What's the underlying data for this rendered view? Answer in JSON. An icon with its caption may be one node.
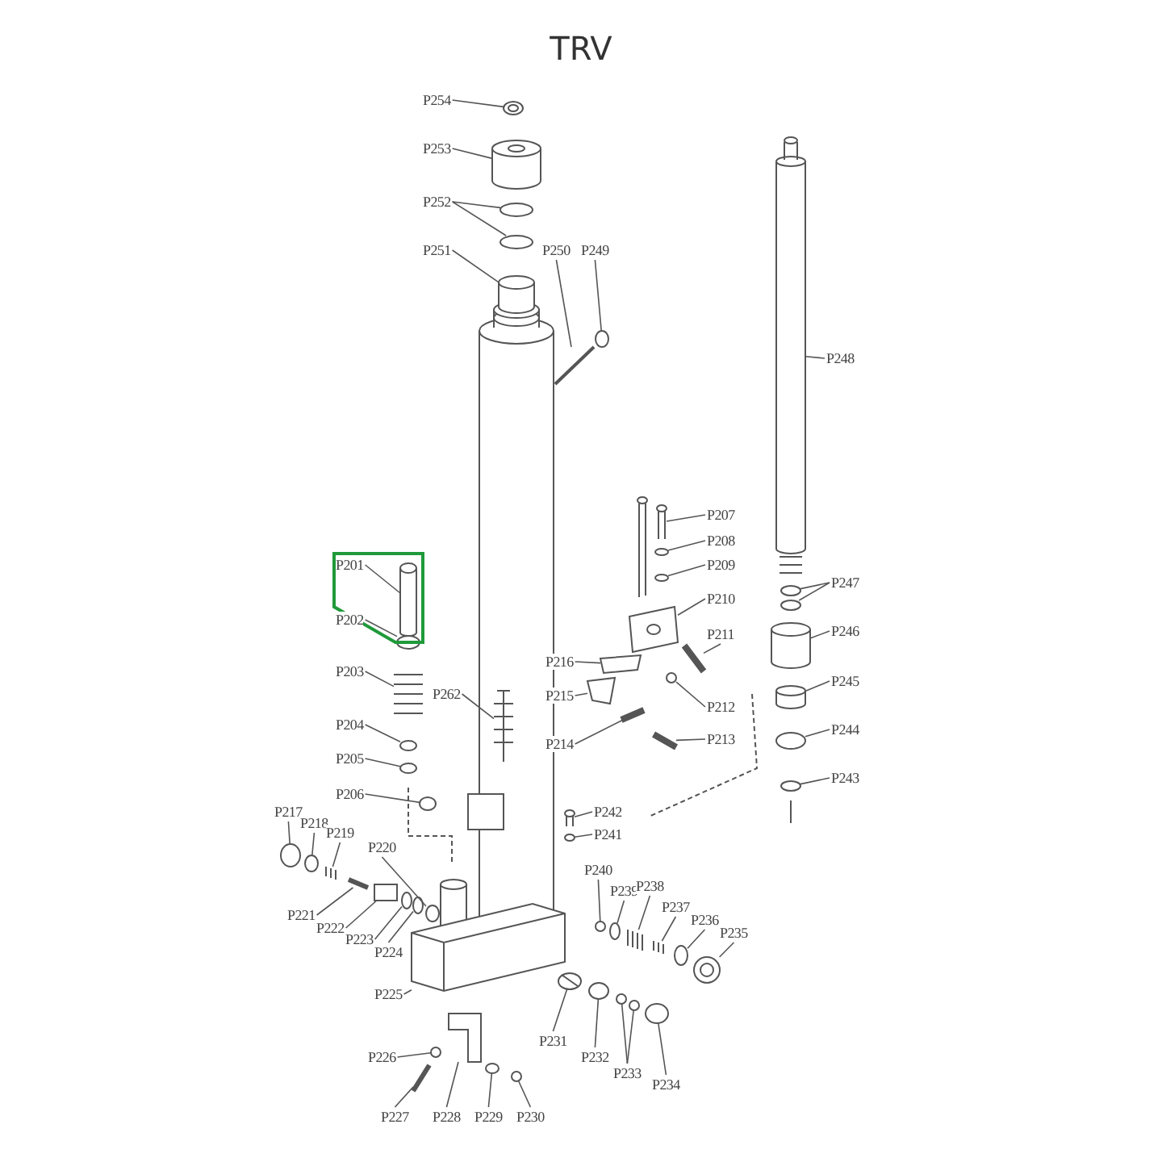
{
  "diagram": {
    "title": "TRV",
    "nodes": [
      {
        "text": [
          "P254"
        ]
      },
      {
        "text": [
          "P253"
        ]
      },
      {
        "text": [
          "P252"
        ]
      },
      {
        "text": [
          "P251"
        ]
      },
      {
        "text": [
          "P250"
        ]
      },
      {
        "text": [
          "P249"
        ]
      },
      {
        "text": [
          "P248"
        ]
      },
      {
        "text": [
          "P207"
        ]
      },
      {
        "text": [
          "P208"
        ]
      },
      {
        "text": [
          "P209"
        ]
      },
      {
        "text": [
          "P210"
        ]
      },
      {
        "text": [
          "P201"
        ]
      },
      {
        "text": [
          "P247"
        ]
      },
      {
        "text": [
          "P202"
        ]
      },
      {
        "text": [
          "P246"
        ]
      },
      {
        "text": [
          "P211"
        ]
      },
      {
        "text": [
          "P216"
        ]
      },
      {
        "text": [
          "P203"
        ]
      },
      {
        "text": [
          "P262"
        ]
      },
      {
        "text": [
          "P245"
        ]
      },
      {
        "text": [
          "P215"
        ]
      },
      {
        "text": [
          "P212"
        ]
      },
      {
        "text": [
          "P244"
        ]
      },
      {
        "text": [
          "P213"
        ]
      },
      {
        "text": [
          "P204"
        ]
      },
      {
        "text": [
          "P214"
        ]
      },
      {
        "text": [
          "P205"
        ]
      },
      {
        "text": [
          "P243"
        ]
      },
      {
        "text": [
          "P206"
        ]
      },
      {
        "text": [
          "P242"
        ]
      },
      {
        "text": [
          "P217"
        ]
      },
      {
        "text": [
          "P218"
        ]
      },
      {
        "text": [
          "P219"
        ]
      },
      {
        "text": [
          "P241"
        ]
      },
      {
        "text": [
          "P220"
        ]
      },
      {
        "text": [
          "P240"
        ]
      },
      {
        "text": [
          "P239"
        ]
      },
      {
        "text": [
          "P238"
        ]
      },
      {
        "text": [
          "P237"
        ]
      },
      {
        "text": [
          "P236"
        ]
      },
      {
        "text": [
          "P235"
        ]
      },
      {
        "text": [
          "P221"
        ]
      },
      {
        "text": [
          "P222"
        ]
      },
      {
        "text": [
          "P223"
        ]
      },
      {
        "text": [
          "P224"
        ]
      },
      {
        "text": [
          "P225"
        ]
      },
      {
        "text": [
          "P231"
        ]
      },
      {
        "text": [
          "P226"
        ]
      },
      {
        "text": [
          "P232"
        ]
      },
      {
        "text": [
          "P233"
        ]
      },
      {
        "text": [
          "P234"
        ]
      },
      {
        "text": [
          "P227"
        ]
      },
      {
        "text": [
          "P228"
        ]
      },
      {
        "text": [
          "P229"
        ]
      },
      {
        "text": [
          "P230"
        ]
      },
      {
        "text": [],
        "shape": "circle"
      },
      {
        "text": [],
        "shape": "cylinder"
      },
      {
        "text": [],
        "shape": "circle"
      },
      {
        "text": [],
        "shape": "circle"
      },
      {
        "text": [],
        "shape": "cylinder"
      },
      {
        "text": [],
        "shape": "bar"
      },
      {
        "text": [],
        "shape": "circle"
      },
      {
        "text": [],
        "shape": "cylinder"
      },
      {
        "text": [],
        "shape": "bar"
      },
      {
        "text": [],
        "shape": "circle"
      },
      {
        "text": [],
        "shape": "circle"
      },
      {
        "text": [],
        "shape": "box"
      },
      {
        "text": [],
        "shape": "cylinder"
      },
      {
        "text": [],
        "shape": "circle"
      },
      {
        "text": [],
        "shape": "circle"
      },
      {
        "text": [],
        "shape": "circle"
      },
      {
        "text": [],
        "shape": "cylinder"
      },
      {
        "text": [],
        "shape": "bar"
      },
      {
        "text": [],
        "shape": "box"
      },
      {
        "text": [],
        "shape": "spring"
      },
      {
        "text": [],
        "shape": "spring"
      },
      {
        "text": [],
        "shape": "cylinder"
      },
      {
        "text": [],
        "shape": "box"
      },
      {
        "text": [],
        "shape": "circle"
      },
      {
        "text": [],
        "shape": "circle"
      },
      {
        "text": [],
        "shape": "bar"
      },
      {
        "text": [],
        "shape": "circle"
      },
      {
        "text": [],
        "shape": "bar"
      },
      {
        "text": [],
        "shape": "circle"
      },
      {
        "text": [],
        "shape": "circle"
      },
      {
        "text": [],
        "shape": "circle"
      },
      {
        "text": [],
        "shape": "bar"
      },
      {
        "text": [],
        "shape": "circle"
      },
      {
        "text": [],
        "shape": "circle"
      },
      {
        "text": [],
        "shape": "spring"
      },
      {
        "text": [],
        "shape": "circle"
      },
      {
        "text": [],
        "shape": "circle"
      },
      {
        "text": [],
        "shape": "circle"
      },
      {
        "text": [],
        "shape": "circle"
      },
      {
        "text": [],
        "shape": "spring"
      },
      {
        "text": [],
        "shape": "spring"
      },
      {
        "text": [],
        "shape": "circle"
      },
      {
        "text": [],
        "shape": "circle"
      },
      {
        "text": [],
        "shape": "bar"
      },
      {
        "text": [],
        "shape": "box"
      },
      {
        "text": [],
        "shape": "circle"
      },
      {
        "text": [],
        "shape": "circle"
      },
      {
        "text": [],
        "shape": "box"
      },
      {
        "text": [],
        "shape": "circle"
      },
      {
        "text": [],
        "shape": "circle"
      },
      {
        "text": [],
        "shape": "circle"
      },
      {
        "text": [],
        "shape": "circle"
      },
      {
        "text": [],
        "shape": "circle"
      },
      {
        "text": [],
        "shape": "circle"
      },
      {
        "text": [],
        "shape": "bar"
      },
      {
        "text": [],
        "shape": "box"
      },
      {
        "text": [],
        "shape": "circle"
      },
      {
        "text": [],
        "shape": "circle"
      }
    ],
    "edges": [
      {
        "from": 0,
        "to": 55,
        "arrow": "none"
      },
      {
        "from": 1,
        "to": 56,
        "arrow": "none"
      },
      {
        "from": 2,
        "to": 57,
        "arrow": "none"
      },
      {
        "from": 2,
        "to": 58,
        "arrow": "none"
      },
      {
        "from": 3,
        "to": 59,
        "arrow": "none"
      },
      {
        "from": 4,
        "to": 60,
        "arrow": "none"
      },
      {
        "from": 5,
        "to": 61,
        "arrow": "none"
      },
      {
        "from": 6,
        "to": 62,
        "arrow": "none"
      },
      {
        "from": 7,
        "to": 63,
        "arrow": "none"
      },
      {
        "from": 8,
        "to": 64,
        "arrow": "none"
      },
      {
        "from": 9,
        "to": 65,
        "arrow": "none"
      },
      {
        "from": 10,
        "to": 66,
        "arrow": "none"
      },
      {
        "from": 11,
        "to": 67,
        "arrow": "none"
      },
      {
        "from": 12,
        "to": 68,
        "arrow": "none"
      },
      {
        "from": 12,
        "to": 69,
        "arrow": "none"
      },
      {
        "from": 13,
        "to": 70,
        "arrow": "none"
      },
      {
        "from": 14,
        "to": 71,
        "arrow": "none"
      },
      {
        "from": 15,
        "to": 72,
        "arrow": "none"
      },
      {
        "from": 16,
        "to": 73,
        "arrow": "none"
      },
      {
        "from": 17,
        "to": 74,
        "arrow": "none"
      },
      {
        "from": 18,
        "to": 75,
        "arrow": "none"
      },
      {
        "from": 19,
        "to": 76,
        "arrow": "none"
      },
      {
        "from": 20,
        "to": 77,
        "arrow": "none"
      },
      {
        "from": 21,
        "to": 78,
        "arrow": "none"
      },
      {
        "from": 22,
        "to": 79,
        "arrow": "none"
      },
      {
        "from": 23,
        "to": 80,
        "arrow": "none"
      },
      {
        "from": 24,
        "to": 81,
        "arrow": "none"
      },
      {
        "from": 25,
        "to": 82,
        "arrow": "none"
      },
      {
        "from": 26,
        "to": 83,
        "arrow": "none"
      },
      {
        "from": 27,
        "to": 84,
        "arrow": "none"
      },
      {
        "from": 28,
        "to": 85,
        "arrow": "none"
      },
      {
        "from": 29,
        "to": 86,
        "arrow": "none"
      },
      {
        "from": 30,
        "to": 87,
        "arrow": "none"
      },
      {
        "from": 31,
        "to": 88,
        "arrow": "none"
      },
      {
        "from": 32,
        "to": 89,
        "arrow": "none"
      },
      {
        "from": 33,
        "to": 90,
        "arrow": "none"
      },
      {
        "from": 34,
        "to": 91,
        "arrow": "none"
      },
      {
        "from": 35,
        "to": 92,
        "arrow": "none"
      },
      {
        "from": 36,
        "to": 93,
        "arrow": "none"
      },
      {
        "from": 37,
        "to": 94,
        "arrow": "none"
      },
      {
        "from": 38,
        "to": 95,
        "arrow": "none"
      },
      {
        "from": 39,
        "to": 96,
        "arrow": "none"
      },
      {
        "from": 40,
        "to": 97,
        "arrow": "none"
      },
      {
        "from": 41,
        "to": 98,
        "arrow": "none"
      },
      {
        "from": 42,
        "to": 99,
        "arrow": "none"
      },
      {
        "from": 43,
        "to": 100,
        "arrow": "none"
      },
      {
        "from": 44,
        "to": 101,
        "arrow": "none"
      },
      {
        "from": 45,
        "to": 102,
        "arrow": "none"
      },
      {
        "from": 46,
        "to": 103,
        "arrow": "none"
      },
      {
        "from": 47,
        "to": 104,
        "arrow": "none"
      },
      {
        "from": 48,
        "to": 105,
        "arrow": "none"
      },
      {
        "from": 49,
        "to": 106,
        "arrow": "none"
      },
      {
        "from": 49,
        "to": 107,
        "arrow": "none"
      },
      {
        "from": 50,
        "to": 108,
        "arrow": "none"
      },
      {
        "from": 51,
        "to": 109,
        "arrow": "none"
      },
      {
        "from": 52,
        "to": 110,
        "arrow": "none"
      },
      {
        "from": 53,
        "to": 111,
        "arrow": "none"
      },
      {
        "from": 54,
        "to": 112,
        "arrow": "none"
      }
    ]
  }
}
